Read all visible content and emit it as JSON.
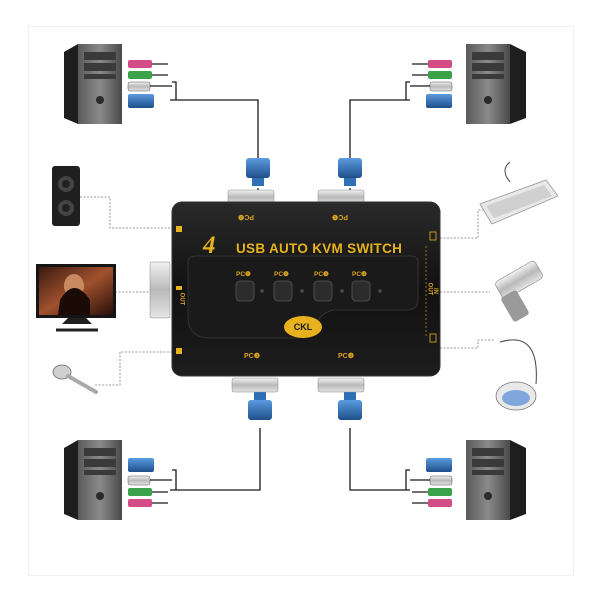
{
  "device": {
    "brand_number": "4",
    "title": "USB AUTO KVM SWITCH",
    "brand": "CKL",
    "buttons": [
      "PC❶",
      "PC❷",
      "PC❸",
      "PC❹"
    ],
    "ports": {
      "top_left": "PC❷",
      "top_right": "PC❶",
      "bottom_left": "PC❸",
      "bottom_right": "PC❹"
    },
    "side_left": "OUT",
    "side_right_out": "OUT",
    "side_right_in": "IN"
  },
  "peripherals": [
    "speaker",
    "monitor",
    "microphone",
    "keyboard",
    "usb-flash-drive",
    "mouse"
  ],
  "computers": [
    "pc-top-left",
    "pc-top-right",
    "pc-bottom-left",
    "pc-bottom-right"
  ],
  "colors": {
    "device_body": "#151515",
    "label_gold": "#e8b21f",
    "vga_blue": "#2f6fb5",
    "audio_green": "#3aa34a",
    "audio_pink": "#d34c86",
    "cable": "#1a1a1a"
  }
}
